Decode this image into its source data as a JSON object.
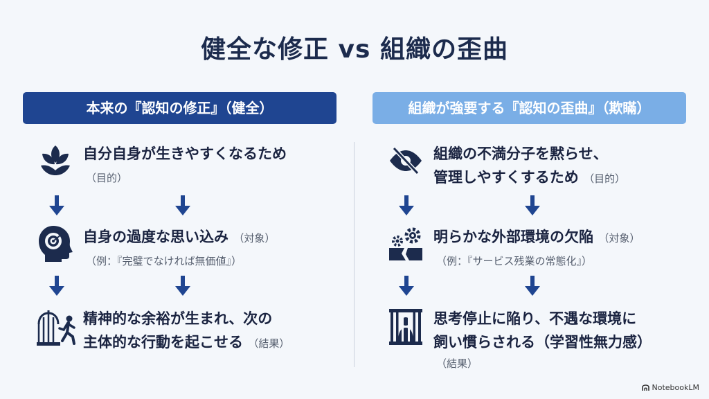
{
  "title": "健全な修正 vs 組織の歪曲",
  "left": {
    "header": "本来の『認知の修正』（健全）",
    "rows": [
      {
        "main": "自分自身が生きやすくなるため",
        "tag": "（目的）"
      },
      {
        "main": "自身の過度な思い込み",
        "tag": "（対象）",
        "example": "（例：『完璧でなければ無価値』）"
      },
      {
        "main1": "精神的な余裕が生まれ、次の",
        "main2": "主体的な行動を起こせる",
        "tag": "（結果）"
      }
    ]
  },
  "right": {
    "header": "組織が強要する『認知の歪曲』（欺瞞）",
    "rows": [
      {
        "main1": "組織の不満分子を黙らせ、",
        "main2": "管理しやすくするため",
        "tag": "（目的）"
      },
      {
        "main": "明らかな外部環境の欠陥",
        "tag": "（対象）",
        "example": "（例：『サービス残業の常態化』）"
      },
      {
        "main1": "思考停止に陥り、不遇な環境に",
        "main2": "飼い慣らされる（学習性無力感）",
        "tag": "（結果）"
      }
    ]
  },
  "brand": "NotebookLM",
  "colors": {
    "dark_blue": "#1f4591",
    "light_blue": "#7aaee6",
    "icon": "#1c2b4d"
  }
}
